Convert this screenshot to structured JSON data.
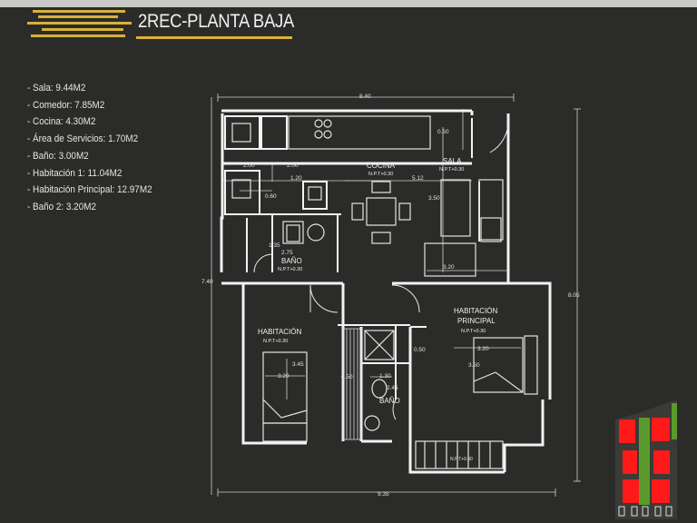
{
  "title": "2REC-PLANTA BAJA",
  "areas": [
    "- Sala: 9.44M2",
    "- Comedor: 7.85M2",
    "- Cocina: 4.30M2",
    "- Área de Servicios: 1.70M2",
    "- Baño: 3.00M2",
    "- Habitación 1: 11.04M2",
    "- Habitación Principal: 12.97M2",
    "- Baño 2:  3.20M2"
  ],
  "rooms": {
    "cocina": {
      "name": "COCINA",
      "npt": "N.P.T+0.30"
    },
    "sala": {
      "name": "SALA",
      "npt": "N.P.T+0.30"
    },
    "bano1": {
      "name": "BAÑO",
      "npt": "N.P.T+0.30"
    },
    "habitacion": {
      "name": "HABITACIÓN",
      "npt": "N.P.T+0.30"
    },
    "principal": {
      "name1": "HABITACIÓN",
      "name2": "PRINCIPAL",
      "npt": "N.P.T+0.30"
    },
    "bano2": {
      "name": "BAÑO"
    }
  },
  "dimensions": {
    "top_width": "8.40",
    "left_height": "7.40",
    "right_height": "8.05",
    "bottom_width": "9.35",
    "d200a": "2.00",
    "d200b": "2.00",
    "d060": "0.60",
    "d120": "1.20",
    "d050_top": "0.50",
    "d512": "5.12",
    "d350": "3.50",
    "d320_sala": "3.20",
    "d275": "2.75",
    "d135": "1.35",
    "d345": "3.45",
    "d320_hab": "3.20",
    "d130": "1.30",
    "d245": "2.45",
    "d050_mid": "0.50",
    "d050_hab": "0.50",
    "d320_princ": "3.20",
    "d350_princ": "3.50",
    "npt_bottom": "N.P.T+0.30"
  },
  "colors": {
    "background": "#2b2b29",
    "walls": "#f2f2f2",
    "lines": "#d6d6d6",
    "accent": "#d8b23a",
    "thumb_red": "#ff1a1a",
    "thumb_green": "#5a9a2c"
  }
}
